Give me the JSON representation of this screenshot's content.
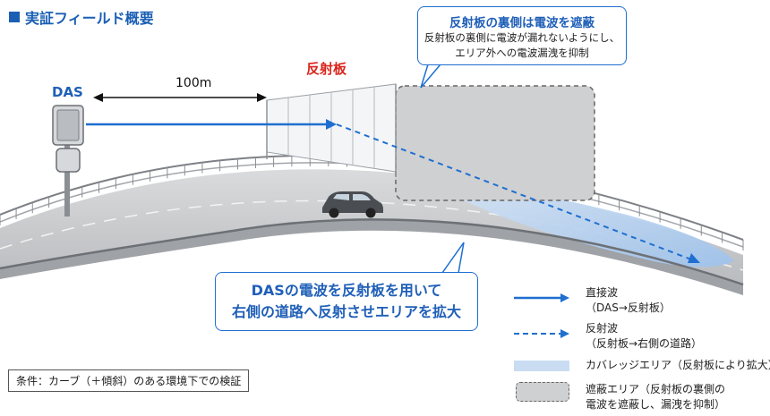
{
  "title": "実証フィールド概要",
  "labels": {
    "das": "DAS",
    "distance": "100m",
    "reflector": "反射板"
  },
  "callout_top": {
    "heading": "反射板の裏側は電波を遮蔽",
    "line1": "反射板の裏側に電波が漏れないようにし、",
    "line2": "エリア外への電波漏洩を抑制"
  },
  "callout_main": {
    "line1": "DASの電波を反射板を用いて",
    "line2": "右側の道路へ反射させエリアを拡大"
  },
  "condition": "条件：カーブ（＋傾斜）のある環境下での検証",
  "legend": [
    {
      "name": "direct",
      "line1": "直接波",
      "line2": "（DAS→反射板）"
    },
    {
      "name": "reflected",
      "line1": "反射波",
      "line2": "（反射板→右側の道路）"
    },
    {
      "name": "coverage",
      "line1": "カバレッジエリア（反射板により拡大）"
    },
    {
      "name": "shield",
      "line1": "遮蔽エリア（反射板の裏側の",
      "line2": "電波を遮蔽し、漏洩を抑制）"
    }
  ],
  "colors": {
    "accent": "#1f6fd0",
    "title": "#1a5fb4",
    "reflector_label": "#d9261c",
    "coverage": "#c9dcf2",
    "shield": "#cfd0d2"
  }
}
